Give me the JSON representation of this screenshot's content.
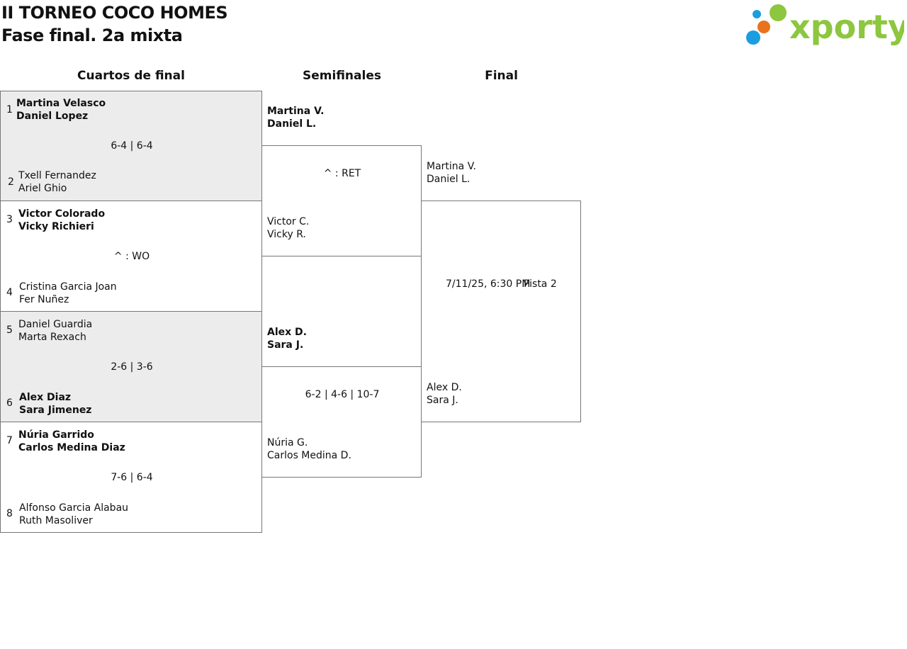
{
  "header": {
    "title": "II TORNEO COCO HOMES",
    "subtitle": "Fase final. 2a mixta",
    "logo_text": "xporty"
  },
  "rounds": {
    "quarterfinals": "Cuartos de final",
    "semifinals": "Semifinales",
    "final": "Final"
  },
  "quarterfinals": [
    {
      "top": {
        "seed": "1",
        "p1": "Martina Velasco",
        "p2": "Daniel Lopez"
      },
      "bottom": {
        "seed": "2",
        "p1": "Txell Fernandez",
        "p2": "Ariel Ghio"
      },
      "score": "6-4 | 6-4"
    },
    {
      "top": {
        "seed": "3",
        "p1": "Victor Colorado",
        "p2": "Vicky Richieri"
      },
      "bottom": {
        "seed": "4",
        "p1": "Cristina Garcia Joan",
        "p2": "Fer Nuñez"
      },
      "score": "^ : WO"
    },
    {
      "top": {
        "seed": "5",
        "p1": "Daniel Guardia",
        "p2": "Marta Rexach"
      },
      "bottom": {
        "seed": "6",
        "p1": "Alex Diaz",
        "p2": "Sara Jimenez"
      },
      "score": "2-6 | 3-6"
    },
    {
      "top": {
        "seed": "7",
        "p1": "Núria Garrido",
        "p2": "Carlos Medina Diaz"
      },
      "bottom": {
        "seed": "8",
        "p1": "Alfonso Garcia Alabau",
        "p2": "Ruth Masoliver"
      },
      "score": "7-6 | 6-4"
    }
  ],
  "semifinals": [
    {
      "top": {
        "p1": "Martina V.",
        "p2": "Daniel L."
      },
      "bottom": {
        "p1": "Victor C.",
        "p2": "Vicky R."
      },
      "score": "^ : RET"
    },
    {
      "top": {
        "p1": "Alex D.",
        "p2": "Sara J."
      },
      "bottom": {
        "p1": "Núria G.",
        "p2": "Carlos Medina D."
      },
      "score": "6-2 | 4-6 | 10-7"
    }
  ],
  "final": {
    "top": {
      "p1": "Martina V.",
      "p2": "Daniel L."
    },
    "bottom": {
      "p1": "Alex D.",
      "p2": "Sara J."
    },
    "datetime": "7/11/25, 6:30 PM",
    "court": "Pista 2"
  },
  "colors": {
    "logo_green": "#8dc63f",
    "logo_blue": "#1a9ee0",
    "logo_orange": "#e8731c",
    "box_grey": "#ececec"
  }
}
